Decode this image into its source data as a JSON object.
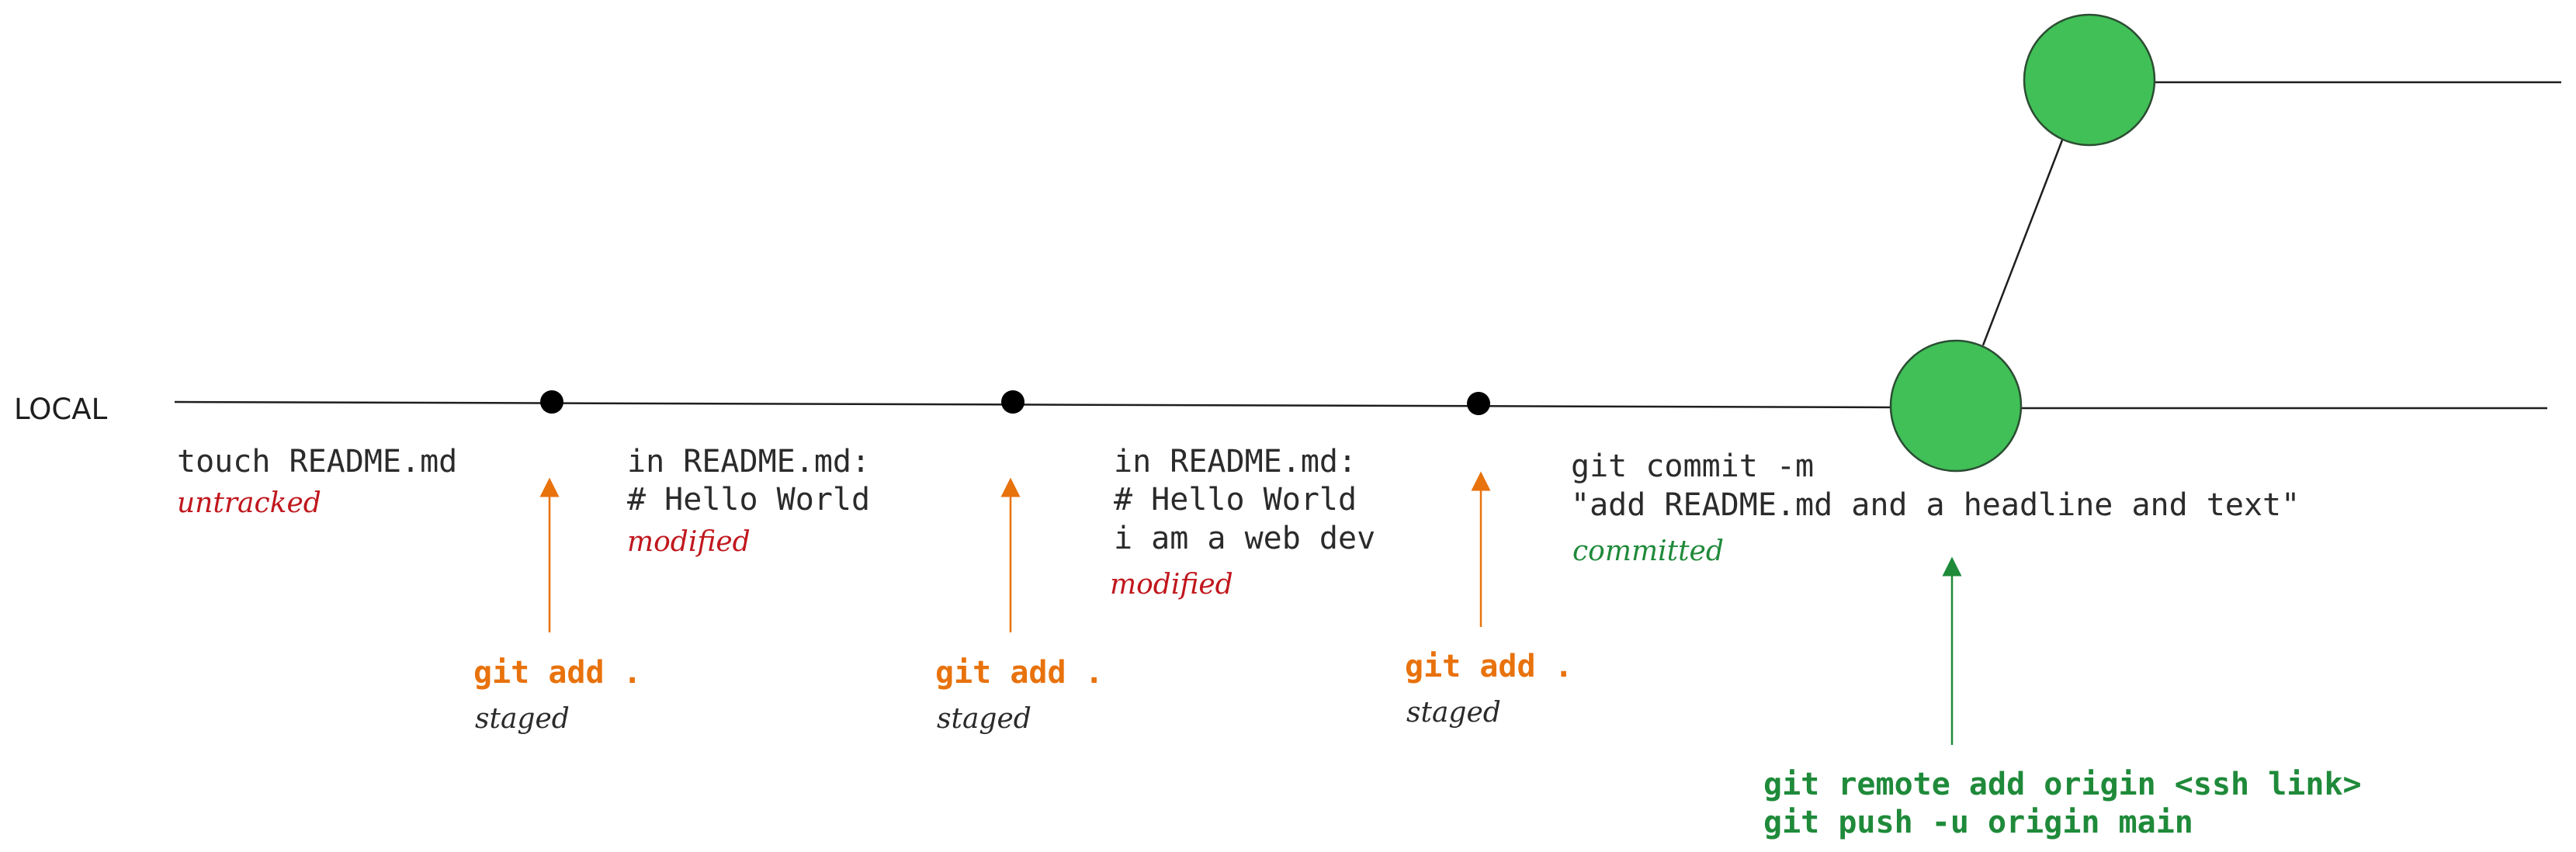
{
  "colors": {
    "line": "#1e1e1e",
    "text": "#2b2b2b",
    "red": "#c0171d",
    "orange": "#e8720c",
    "green": "#1f8a3a",
    "node_fill": "#40c057",
    "node_stroke": "#2b4d32"
  },
  "branch_label": "LOCAL",
  "steps": [
    {
      "lines": [
        "touch README.md"
      ],
      "state": "untracked"
    },
    {
      "lines": [
        "in README.md:",
        "# Hello World"
      ],
      "state": "modified"
    },
    {
      "lines": [
        "in README.md:",
        "# Hello World",
        "i am a web dev"
      ],
      "state": "modified"
    },
    {
      "lines": [
        "git commit -m",
        "\"add README.md and a headline and text\""
      ],
      "state": "committed"
    }
  ],
  "stage_actions": [
    {
      "command": "git add .",
      "state": "staged"
    },
    {
      "command": "git add .",
      "state": "staged"
    },
    {
      "command": "git add .",
      "state": "staged"
    }
  ],
  "remote": {
    "lines": [
      "git remote add origin <ssh link>",
      "git push -u origin main"
    ]
  }
}
